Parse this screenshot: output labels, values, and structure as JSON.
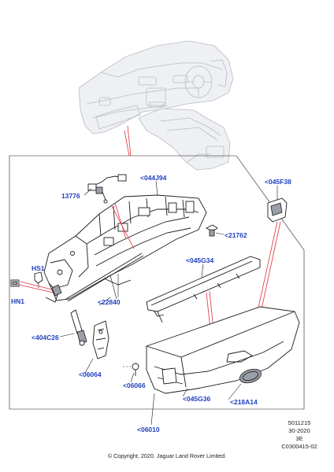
{
  "labels": {
    "part_13776": "13776",
    "part_044J94": "<044J94",
    "part_21762": "<21762",
    "part_045F38": "<045F38",
    "part_HS1": "HS1",
    "part_HN1": "HN1",
    "part_045G34": "<045G34",
    "part_22840": "<22840",
    "part_404C26": "<404C26",
    "part_06064": "<06064",
    "part_06066": "<06066",
    "part_045G36": "<045G36",
    "part_218A14": "<218A14",
    "part_06010": "<06010"
  },
  "info": {
    "line1": "5011215",
    "line2": "30-2020",
    "line3": "3E",
    "line4": "C0300415-02"
  },
  "footer": {
    "copyright": "© Copyright, 2020. Jaguar Land Rover Limited."
  },
  "colors": {
    "label_blue": "#1f3fbf",
    "leader_red": "#e0303a",
    "linework": "#1a1a1a",
    "ghost_grey": "#b8bcc4"
  }
}
